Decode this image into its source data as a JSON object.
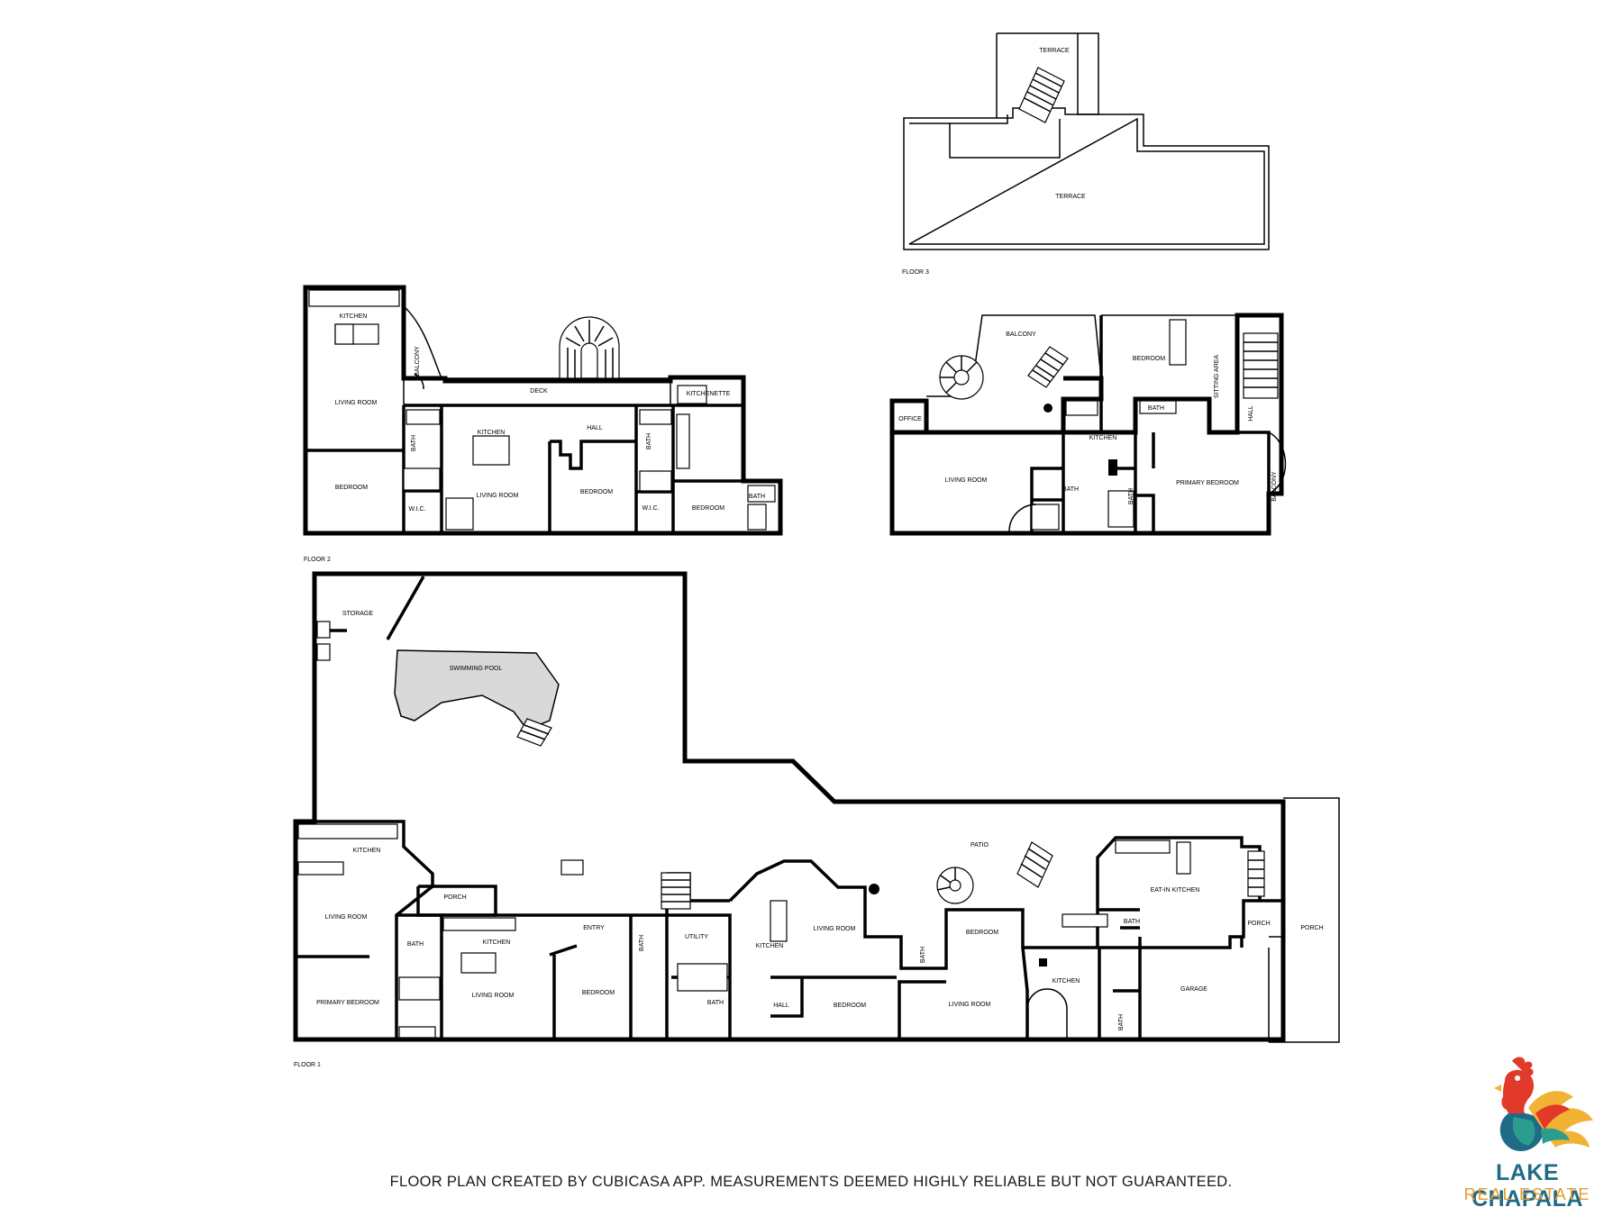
{
  "floors": {
    "floor3": {
      "title": "FLOOR 3",
      "rooms": {
        "terrace_top": "TERRACE",
        "terrace_main": "TERRACE"
      }
    },
    "floor2": {
      "title": "FLOOR 2",
      "rooms": {
        "kitchen_a": "KITCHEN",
        "balcony_a": "BALCONY",
        "living_a": "LIVING ROOM",
        "bedroom_a": "BEDROOM",
        "deck": "DECK",
        "bath_a": "BATH",
        "wic_a": "W.I.C.",
        "kitchen_b": "KITCHEN",
        "hall_b": "HALL",
        "living_b": "LIVING ROOM",
        "bedroom_b": "BEDROOM",
        "bath_b": "BATH",
        "wic_b": "W.I.C.",
        "kitchenette": "KITCHENETTE",
        "bedroom_c": "BEDROOM",
        "bath_c": "BATH",
        "balcony_e": "BALCONY",
        "office": "OFFICE",
        "living_e": "LIVING ROOM",
        "kitchen_e": "KITCHEN",
        "bath_e": "BATH",
        "bath_e2": "BATH",
        "bedroom_e": "BEDROOM",
        "sitting": "SITTING AREA",
        "bath_e3": "BATH",
        "hall_e": "HALL",
        "primary_e": "PRIMARY BEDROOM",
        "balcony_e2": "BALCONY"
      }
    },
    "floor1": {
      "title": "FLOOR 1",
      "rooms": {
        "storage": "STORAGE",
        "pool": "SWIMMING POOL",
        "kitchen_1": "KITCHEN",
        "porch_1": "PORCH",
        "living_1": "LIVING ROOM",
        "bath_1": "BATH",
        "primary_1": "PRIMARY BEDROOM",
        "kitchen_2": "KITCHEN",
        "living_2": "LIVING ROOM",
        "entry": "ENTRY",
        "bedroom_2": "BEDROOM",
        "bath_2": "BATH",
        "utility": "UTILITY",
        "bath_3": "BATH",
        "kitchen_3": "KITCHEN",
        "living_3": "LIVING ROOM",
        "hall_3": "HALL",
        "bedroom_3": "BEDROOM",
        "patio": "PATIO",
        "bath_4": "BATH",
        "bedroom_4": "BEDROOM",
        "living_4": "LIVING ROOM",
        "kitchen_4": "KITCHEN",
        "eatin": "EAT-IN KITCHEN",
        "bath_5": "BATH",
        "porch_2": "PORCH",
        "porch_3": "PORCH",
        "garage": "GARAGE",
        "bath_6": "BATH"
      }
    }
  },
  "footer": "FLOOR PLAN CREATED BY CUBICASA APP. MEASUREMENTS DEEMED HIGHLY RELIABLE BUT NOT GUARANTEED.",
  "logo": {
    "name": "LAKE CHAPALA",
    "sub": "REAL ESTATE",
    "primary_color": "#1f6b86",
    "accent_color": "#e59a2a",
    "icon": "rooster-icon"
  }
}
